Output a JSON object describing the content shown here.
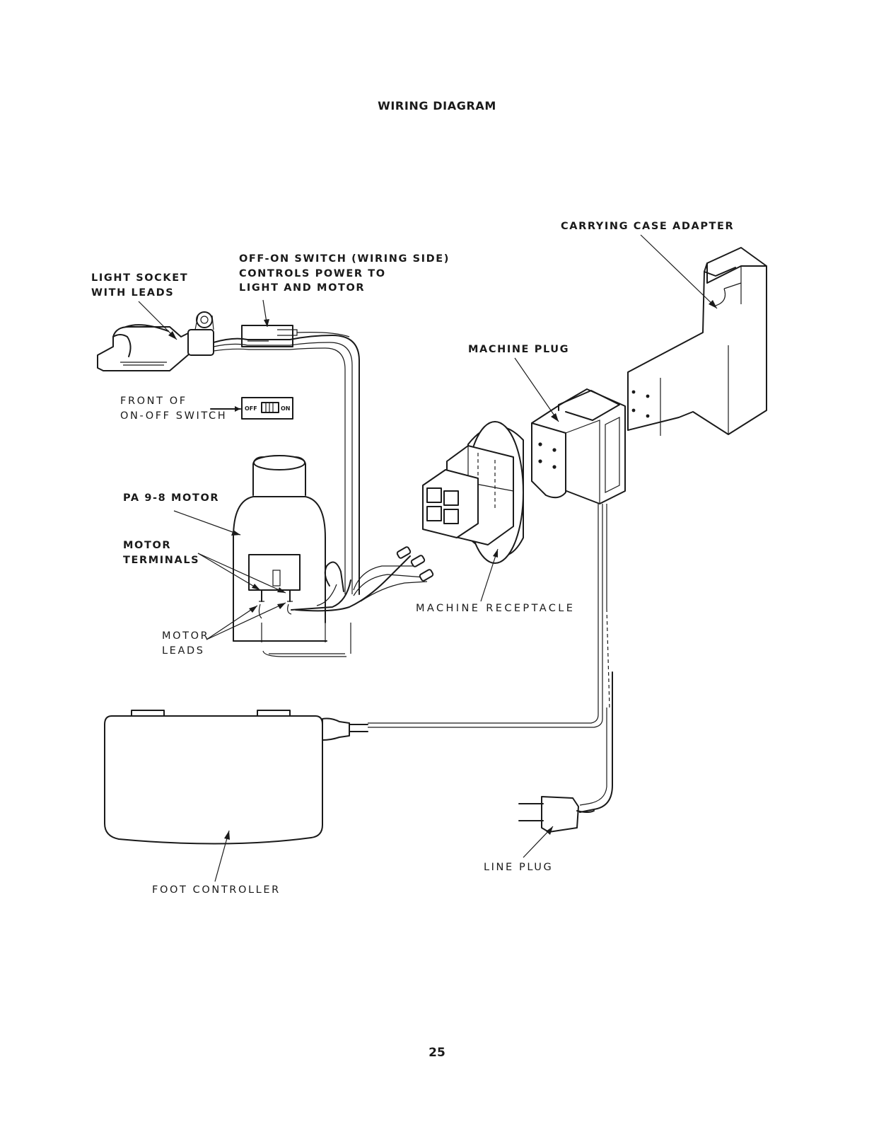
{
  "title": "WIRING DIAGRAM",
  "page_number": "25",
  "labels": {
    "carrying_case_adapter": [
      "CARRYING CASE ADAPTER"
    ],
    "off_on_switch": [
      "OFF-ON SWITCH (WIRING SIDE)",
      "CONTROLS POWER TO",
      "LIGHT AND MOTOR"
    ],
    "light_socket": [
      "LIGHT SOCKET",
      "WITH LEADS"
    ],
    "machine_plug": [
      "MACHINE PLUG"
    ],
    "front_of_switch": [
      "FRONT OF",
      "ON-OFF SWITCH"
    ],
    "switch_off": "OFF",
    "switch_on": "ON",
    "pa_motor": [
      "PA 9-8 MOTOR"
    ],
    "motor_terminals": [
      "MOTOR",
      "TERMINALS"
    ],
    "machine_receptacle": [
      "MACHINE RECEPTACLE"
    ],
    "motor_leads": [
      "MOTOR",
      "LEADS"
    ],
    "line_plug": [
      "LINE PLUG"
    ],
    "foot_controller": [
      "FOOT CONTROLLER"
    ]
  }
}
